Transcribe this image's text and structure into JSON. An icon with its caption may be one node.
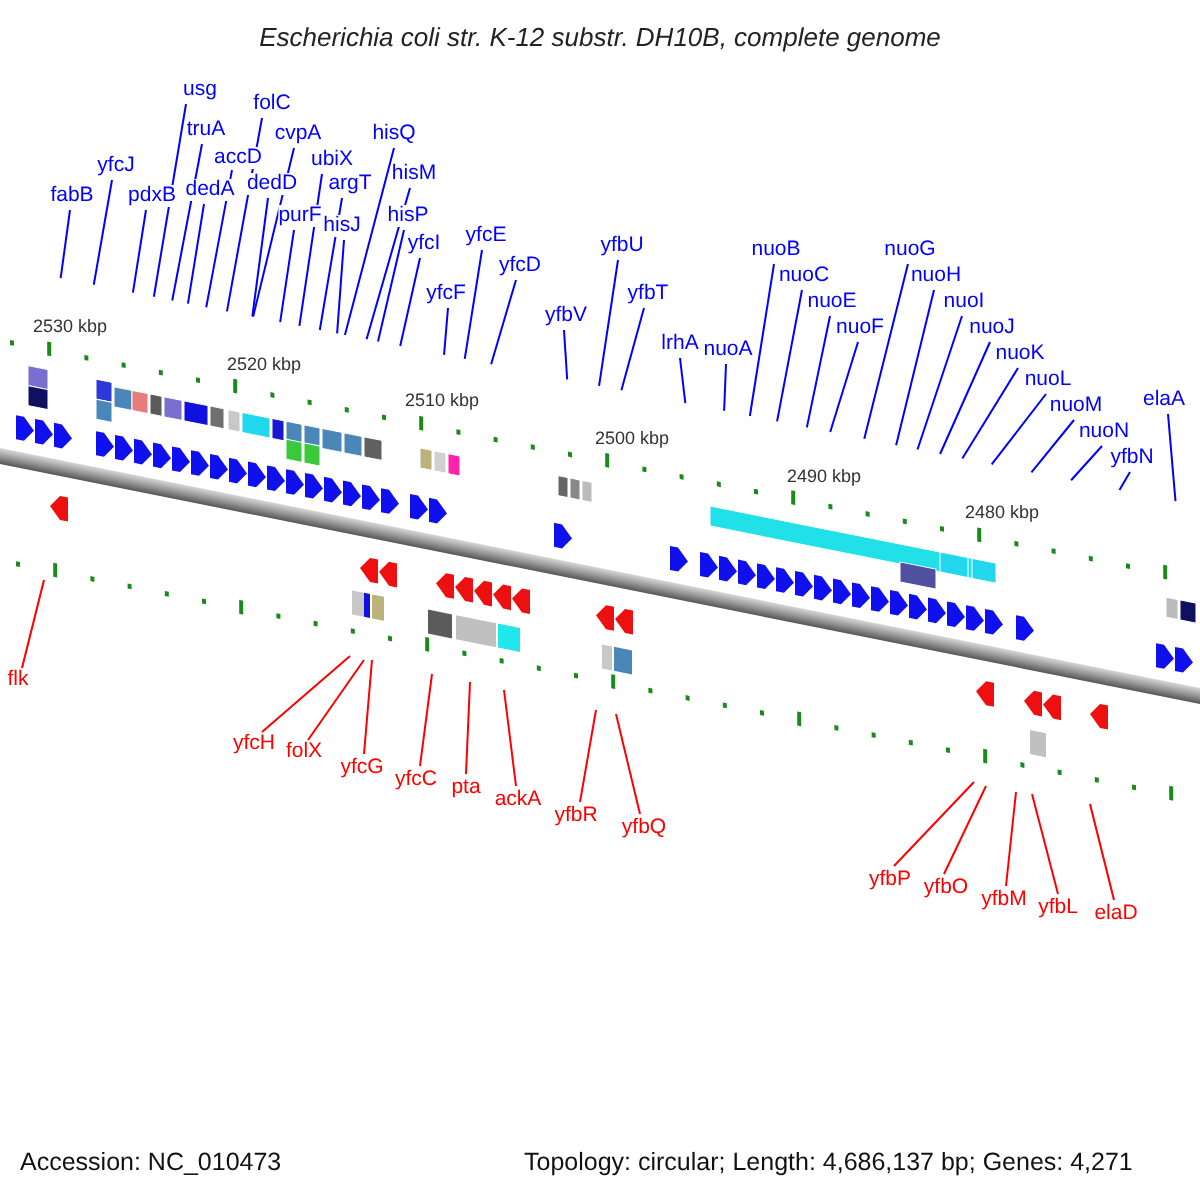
{
  "diagram": {
    "title": "Escherichia coli str. K-12 substr. DH10B, complete genome",
    "nodes": [
      {
        "text": [
          "fabB"
        ]
      },
      {
        "text": [
          "yfcJ"
        ]
      },
      {
        "text": [
          "pdxB"
        ]
      },
      {
        "text": [
          "usg"
        ]
      },
      {
        "text": [
          "truA"
        ]
      },
      {
        "text": [
          "dedA"
        ]
      },
      {
        "text": [
          "accD"
        ]
      },
      {
        "text": [
          "folC"
        ]
      },
      {
        "text": [
          "cvpA"
        ]
      },
      {
        "text": [
          "dedD"
        ]
      },
      {
        "text": [
          "purF"
        ]
      },
      {
        "text": [
          "ubiX"
        ]
      },
      {
        "text": [
          "argT"
        ]
      },
      {
        "text": [
          "hisJ"
        ]
      },
      {
        "text": [
          "hisQ"
        ]
      },
      {
        "text": [
          "hisM"
        ]
      },
      {
        "text": [
          "hisP"
        ]
      },
      {
        "text": [
          "yfcI"
        ]
      },
      {
        "text": [
          "yfcF"
        ]
      },
      {
        "text": [
          "yfcE"
        ]
      },
      {
        "text": [
          "yfcD"
        ]
      },
      {
        "text": [
          "yfbV"
        ]
      },
      {
        "text": [
          "yfbU"
        ]
      },
      {
        "text": [
          "yfbT"
        ]
      },
      {
        "text": [
          "lrhA"
        ]
      },
      {
        "text": [
          "nuoA"
        ]
      },
      {
        "text": [
          "nuoB"
        ]
      },
      {
        "text": [
          "nuoC"
        ]
      },
      {
        "text": [
          "nuoE"
        ]
      },
      {
        "text": [
          "nuoF"
        ]
      },
      {
        "text": [
          "nuoG"
        ]
      },
      {
        "text": [
          "nuoH"
        ]
      },
      {
        "text": [
          "nuoI"
        ]
      },
      {
        "text": [
          "nuoJ"
        ]
      },
      {
        "text": [
          "nuoK"
        ]
      },
      {
        "text": [
          "nuoL"
        ]
      },
      {
        "text": [
          "nuoM"
        ]
      },
      {
        "text": [
          "nuoN"
        ]
      },
      {
        "text": [
          "yfbN"
        ]
      },
      {
        "text": [
          "elaA"
        ]
      },
      {
        "text": [
          "flk"
        ]
      },
      {
        "text": [
          "yfcH"
        ]
      },
      {
        "text": [
          "folX"
        ]
      },
      {
        "text": [
          "yfcG"
        ]
      },
      {
        "text": [
          "yfcC"
        ]
      },
      {
        "text": [
          "pta"
        ]
      },
      {
        "text": [
          "ackA"
        ]
      },
      {
        "text": [
          "yfbR"
        ]
      },
      {
        "text": [
          "yfbQ"
        ]
      },
      {
        "text": [
          "yfbP"
        ]
      },
      {
        "text": [
          "yfbO"
        ]
      },
      {
        "text": [
          "yfbM"
        ]
      },
      {
        "text": [
          "yfbL"
        ]
      },
      {
        "text": [
          "elaD"
        ]
      }
    ],
    "edges": [
      {
        "from": 0,
        "to": null,
        "arrow": "none"
      },
      {
        "from": 1,
        "to": null,
        "arrow": "none"
      },
      {
        "from": 2,
        "to": null,
        "arrow": "none"
      },
      {
        "from": 3,
        "to": null,
        "arrow": "none"
      },
      {
        "from": 4,
        "to": null,
        "arrow": "none"
      },
      {
        "from": 5,
        "to": null,
        "arrow": "none"
      },
      {
        "from": 6,
        "to": null,
        "arrow": "none"
      },
      {
        "from": 7,
        "to": null,
        "arrow": "none"
      },
      {
        "from": 8,
        "to": null,
        "arrow": "none"
      },
      {
        "from": 9,
        "to": null,
        "arrow": "none"
      },
      {
        "from": 10,
        "to": null,
        "arrow": "none"
      },
      {
        "from": 11,
        "to": null,
        "arrow": "none"
      },
      {
        "from": 12,
        "to": null,
        "arrow": "none"
      },
      {
        "from": 13,
        "to": null,
        "arrow": "none"
      },
      {
        "from": 14,
        "to": null,
        "arrow": "none"
      },
      {
        "from": 15,
        "to": null,
        "arrow": "none"
      },
      {
        "from": 16,
        "to": null,
        "arrow": "none"
      },
      {
        "from": 17,
        "to": null,
        "arrow": "none"
      },
      {
        "from": 18,
        "to": null,
        "arrow": "none"
      },
      {
        "from": 19,
        "to": null,
        "arrow": "none"
      },
      {
        "from": 20,
        "to": null,
        "arrow": "none"
      },
      {
        "from": 21,
        "to": null,
        "arrow": "none"
      },
      {
        "from": 22,
        "to": null,
        "arrow": "none"
      },
      {
        "from": 23,
        "to": null,
        "arrow": "none"
      },
      {
        "from": 24,
        "to": null,
        "arrow": "none"
      },
      {
        "from": 25,
        "to": null,
        "arrow": "none"
      },
      {
        "from": 26,
        "to": null,
        "arrow": "none"
      },
      {
        "from": 27,
        "to": null,
        "arrow": "none"
      },
      {
        "from": 28,
        "to": null,
        "arrow": "none"
      },
      {
        "from": 29,
        "to": null,
        "arrow": "none"
      },
      {
        "from": 30,
        "to": null,
        "arrow": "none"
      },
      {
        "from": 31,
        "to": null,
        "arrow": "none"
      },
      {
        "from": 32,
        "to": null,
        "arrow": "none"
      },
      {
        "from": 33,
        "to": null,
        "arrow": "none"
      },
      {
        "from": 34,
        "to": null,
        "arrow": "none"
      },
      {
        "from": 35,
        "to": null,
        "arrow": "none"
      },
      {
        "from": 36,
        "to": null,
        "arrow": "none"
      },
      {
        "from": 37,
        "to": null,
        "arrow": "none"
      },
      {
        "from": 38,
        "to": null,
        "arrow": "none"
      },
      {
        "from": 39,
        "to": null,
        "arrow": "none"
      },
      {
        "from": 40,
        "to": null,
        "arrow": "none",
        "color": "#ff0000"
      },
      {
        "from": 41,
        "to": null,
        "arrow": "none",
        "color": "#ff0000"
      },
      {
        "from": 42,
        "to": null,
        "arrow": "none",
        "color": "#ff0000"
      },
      {
        "from": 43,
        "to": null,
        "arrow": "none",
        "color": "#ff0000"
      },
      {
        "from": 44,
        "to": null,
        "arrow": "none",
        "color": "#ff0000"
      },
      {
        "from": 45,
        "to": null,
        "arrow": "none",
        "color": "#ff0000"
      },
      {
        "from": 46,
        "to": null,
        "arrow": "none",
        "color": "#ff0000"
      },
      {
        "from": 47,
        "to": null,
        "arrow": "none",
        "color": "#ff0000"
      },
      {
        "from": 48,
        "to": null,
        "arrow": "none",
        "color": "#ff0000"
      },
      {
        "from": 49,
        "to": null,
        "arrow": "none",
        "color": "#ff0000"
      },
      {
        "from": 50,
        "to": null,
        "arrow": "none",
        "color": "#ff0000"
      },
      {
        "from": 51,
        "to": null,
        "arrow": "none",
        "color": "#ff0000"
      },
      {
        "from": 52,
        "to": null,
        "arrow": "none",
        "color": "#ff0000"
      },
      {
        "from": 53,
        "to": null,
        "arrow": "none",
        "color": "#ff0000"
      }
    ],
    "labels": [
      "2530 kbp",
      "2520 kbp",
      "2510 kbp",
      "2500 kbp",
      "2490 kbp",
      "2480 kbp",
      "Accession: NC_010473",
      "Topology: circular; Length: 4,686,137 bp; Genes: 4,271"
    ]
  }
}
